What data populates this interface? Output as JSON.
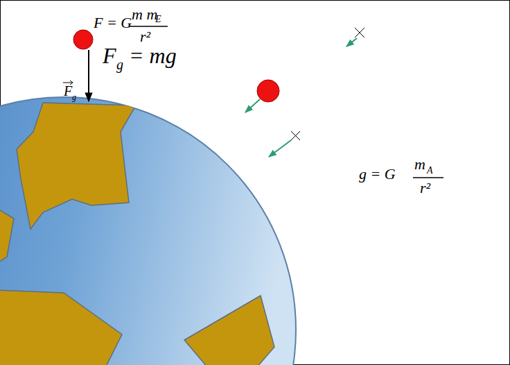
{
  "diagram": {
    "labels": [
      "F = G",
      "m m",
      "E",
      "r²",
      "F",
      "g",
      "= mg",
      "F",
      "g",
      "g = G",
      "m",
      "A",
      "r²"
    ]
  }
}
